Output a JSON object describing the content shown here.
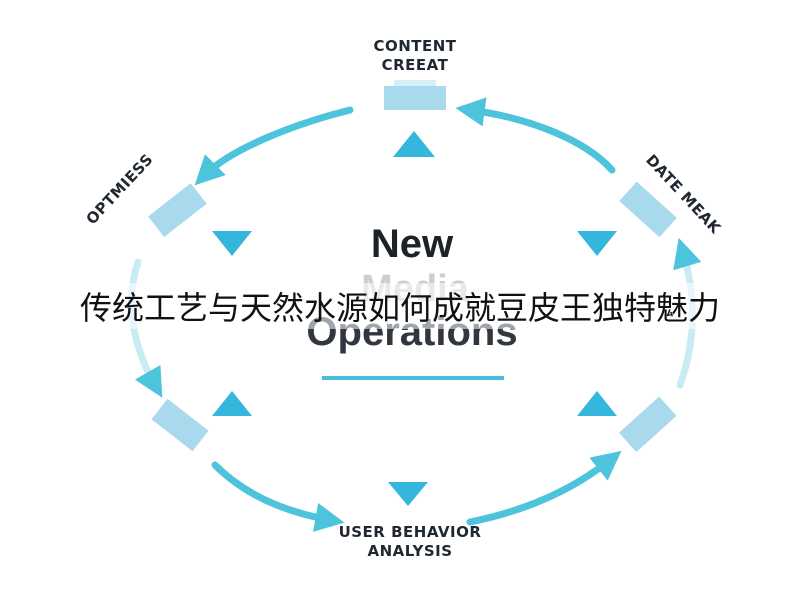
{
  "diagram": {
    "center_title_line1": "New",
    "center_title_line2": "Media",
    "center_title_line3": "Operations",
    "nodes": [
      {
        "line1": "CONTENT",
        "line2": "CREEAT"
      },
      {
        "line1": "DATE MEAK",
        "line2": ""
      },
      {
        "line1": "USER BEHAVIOR",
        "line2": "ANALYSIS"
      },
      {
        "line1": "OPTMIESS",
        "line2": ""
      }
    ]
  },
  "banner": {
    "text": "传统工艺与天然水源如何成就豆皮王独特魅力"
  },
  "colors": {
    "arrow": "#4ec3dc",
    "arrow_light": "#c9ecf4",
    "box": "#a9d9ec",
    "triangle": "#35b7dd",
    "underline": "#45bfdc",
    "text": "#1f2730"
  }
}
